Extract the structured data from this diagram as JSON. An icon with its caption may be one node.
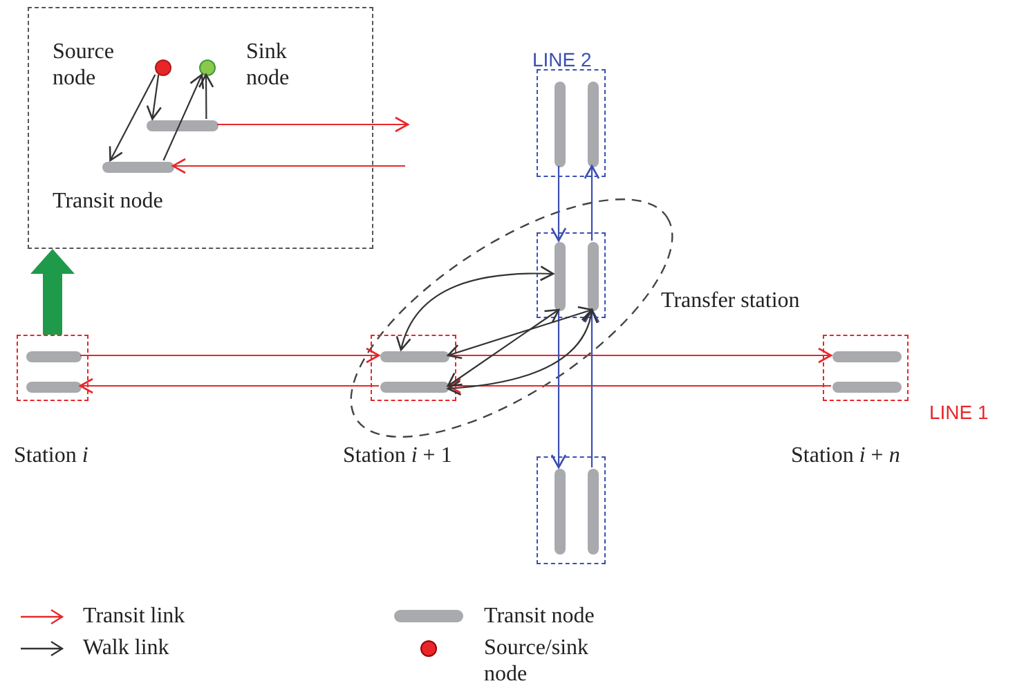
{
  "diagram": {
    "nodes": [
      {
        "text": [],
        "shape": "box"
      },
      {
        "text": [],
        "shape": "circle",
        "in": 0,
        "beside": [
          "Source node"
        ]
      },
      {
        "text": [],
        "shape": "circle",
        "in": 0,
        "beside": [
          "Sink node"
        ]
      },
      {
        "text": [],
        "shape": "bar",
        "in": 0
      },
      {
        "text": [],
        "shape": "bar",
        "in": 0,
        "beside": [
          "Transit node"
        ]
      },
      {
        "text": [],
        "shape": "box",
        "beside": [
          "Station *i*"
        ]
      },
      {
        "text": [],
        "shape": "bar",
        "in": 5
      },
      {
        "text": [],
        "shape": "bar",
        "in": 5
      },
      {
        "text": [],
        "shape": "box"
      },
      {
        "text": [],
        "shape": "bar",
        "in": 8
      },
      {
        "text": [],
        "shape": "bar",
        "in": 8
      },
      {
        "text": [],
        "shape": "ellipse",
        "beside": [
          "Transfer station"
        ]
      },
      {
        "text": [],
        "shape": "box",
        "in": 11
      },
      {
        "text": [],
        "shape": "bar",
        "in": 12
      },
      {
        "text": [],
        "shape": "bar",
        "in": 12
      },
      {
        "text": [],
        "shape": "box",
        "in": 11,
        "beside": [
          "Station *i* + 1"
        ]
      },
      {
        "text": [],
        "shape": "bar",
        "in": 15
      },
      {
        "text": [],
        "shape": "bar",
        "in": 15
      },
      {
        "text": [],
        "shape": "box",
        "beside": [
          "Station *i* + *n*"
        ]
      },
      {
        "text": [],
        "shape": "bar",
        "in": 18
      },
      {
        "text": [],
        "shape": "bar",
        "in": 18
      },
      {
        "text": [],
        "shape": "box"
      },
      {
        "text": [],
        "shape": "bar",
        "in": 21
      },
      {
        "text": [],
        "shape": "bar",
        "in": 21
      }
    ],
    "edges": [
      {
        "from": 1,
        "to": 3,
        "arrow": "to"
      },
      {
        "from": 1,
        "to": 4,
        "arrow": "to"
      },
      {
        "from": 4,
        "to": 2,
        "arrow": "to"
      },
      {
        "from": 3,
        "to": 2,
        "arrow": "to"
      },
      {
        "from": 3,
        "to": null,
        "arrow": "to",
        "color": "#e8262a"
      },
      {
        "from": null,
        "to": 4,
        "arrow": "to",
        "color": "#e8262a"
      },
      {
        "from": 5,
        "to": 0,
        "arrow": "to",
        "style": "thick",
        "color": "#1f9a4b"
      },
      {
        "from": 6,
        "to": 16,
        "arrow": "to",
        "color": "#e8262a"
      },
      {
        "from": 16,
        "to": 19,
        "arrow": "to",
        "color": "#e8262a"
      },
      {
        "from": 20,
        "to": 17,
        "arrow": "to",
        "color": "#e8262a"
      },
      {
        "from": 17,
        "to": 7,
        "arrow": "to",
        "color": "#e8262a"
      },
      {
        "from": 9,
        "to": 13,
        "arrow": "to",
        "color": "#3a4fb0"
      },
      {
        "from": 13,
        "to": 22,
        "arrow": "to",
        "color": "#3a4fb0"
      },
      {
        "from": 23,
        "to": 14,
        "arrow": "to",
        "color": "#3a4fb0"
      },
      {
        "from": 14,
        "to": 10,
        "arrow": "to",
        "color": "#3a4fb0"
      },
      {
        "from": 16,
        "to": 13,
        "arrow": "both"
      },
      {
        "from": 16,
        "to": 14,
        "arrow": "both"
      },
      {
        "from": 17,
        "to": 13,
        "arrow": "both"
      },
      {
        "from": 17,
        "to": 14,
        "arrow": "both"
      }
    ],
    "labels": [
      "LINE 2",
      "LINE 1"
    ],
    "legend": [
      {
        "text": "Transit link"
      },
      {
        "text": "Walk link"
      },
      {
        "text": "Transit node"
      },
      {
        "text": "Source/sink node"
      }
    ]
  }
}
